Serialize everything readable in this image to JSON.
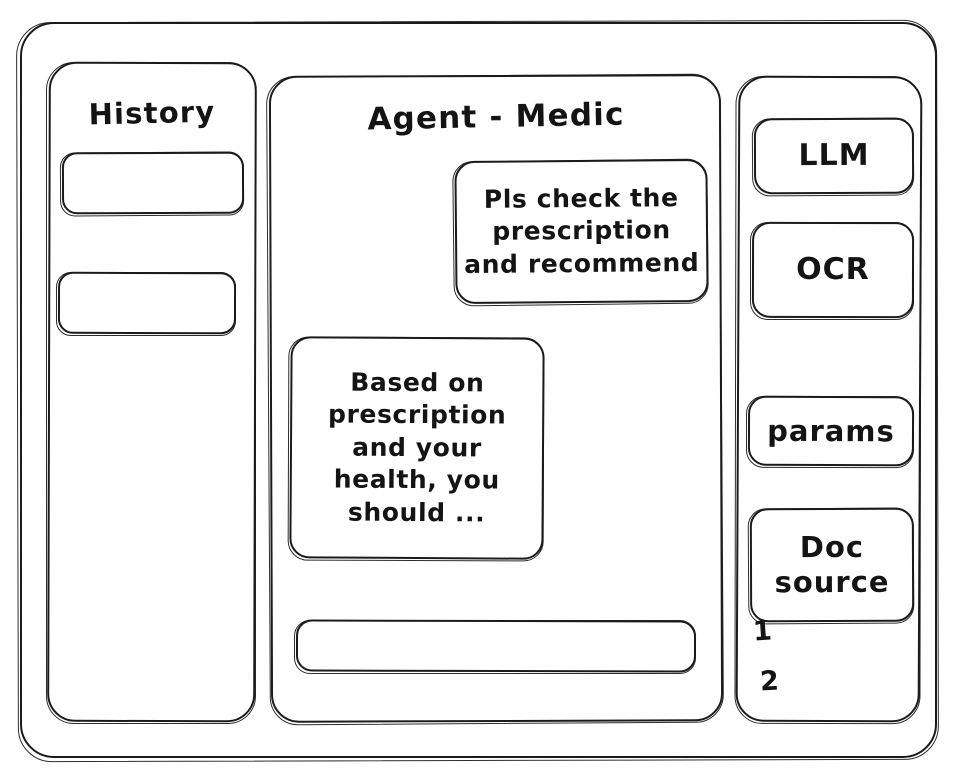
{
  "window": {
    "frame_name": "app-window"
  },
  "sidebar_left": {
    "title": "History",
    "items": [
      {
        "label": ""
      },
      {
        "label": ""
      }
    ]
  },
  "main": {
    "title": "Agent - Medic",
    "messages": [
      {
        "role": "user",
        "text": "Pls check the prescription and recommend"
      },
      {
        "role": "agent",
        "text": "Based on prescription and your health, you should ..."
      }
    ],
    "composer": {
      "value": "",
      "placeholder": ""
    }
  },
  "sidebar_right": {
    "tools": [
      {
        "label": "LLM"
      },
      {
        "label": "OCR"
      },
      {
        "label": "params"
      },
      {
        "label": "Doc source"
      }
    ],
    "doc_refs": [
      {
        "label": "1"
      },
      {
        "label": "2"
      }
    ]
  },
  "colors": {
    "stroke": "#1b1b1b",
    "background": "#ffffff",
    "text": "#141414"
  }
}
